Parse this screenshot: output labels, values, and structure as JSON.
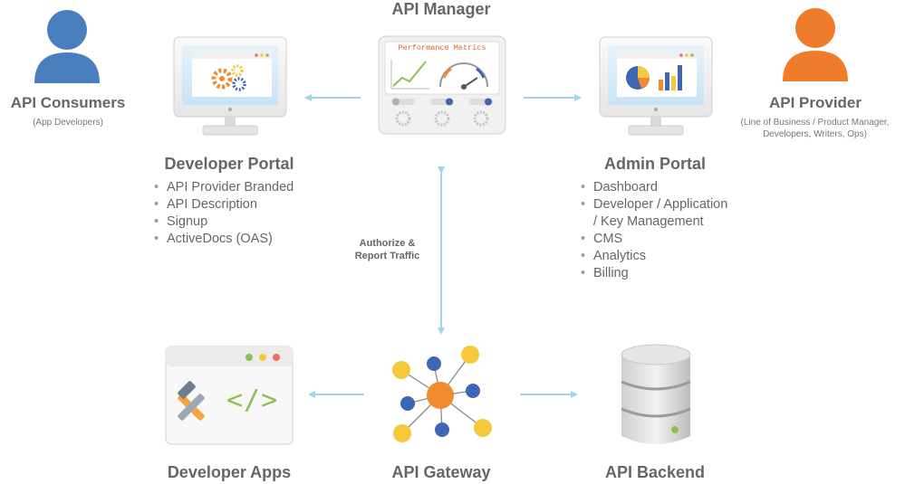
{
  "api_manager": {
    "title": "API Manager",
    "screen_label": "Performance Metrics"
  },
  "consumers": {
    "title": "API Consumers",
    "subtitle": "(App Developers)"
  },
  "provider": {
    "title": "API Provider",
    "subtitle_line1": "(Line of Business / Product Manager,",
    "subtitle_line2": "Developers, Writers, Ops)"
  },
  "developer_portal": {
    "title": "Developer Portal",
    "items": [
      "API Provider Branded",
      "API Description",
      "Signup",
      "ActiveDocs (OAS)"
    ]
  },
  "admin_portal": {
    "title": "Admin Portal",
    "items": [
      "Dashboard",
      "Developer / Application",
      "/ Key Management",
      "CMS",
      "Analytics",
      "Billing"
    ]
  },
  "connector": {
    "label_line1": "Authorize &",
    "label_line2": "Report Traffic"
  },
  "developer_apps": {
    "title": "Developer Apps",
    "code_glyph": "</>"
  },
  "api_gateway": {
    "title": "API Gateway"
  },
  "api_backend": {
    "title": "API Backend"
  },
  "colors": {
    "consumer": "#4a7fbf",
    "provider": "#f07c2b",
    "arrow": "#9fd6ef",
    "node_blue": "#3f66b4",
    "node_yellow": "#f6c83c",
    "node_orange": "#f28a2e",
    "code_green": "#8cc152"
  },
  "icons": [
    "user-icon",
    "monitor-icon",
    "gears-icon",
    "chart-icon",
    "tools-icon",
    "database-icon",
    "network-icon"
  ]
}
